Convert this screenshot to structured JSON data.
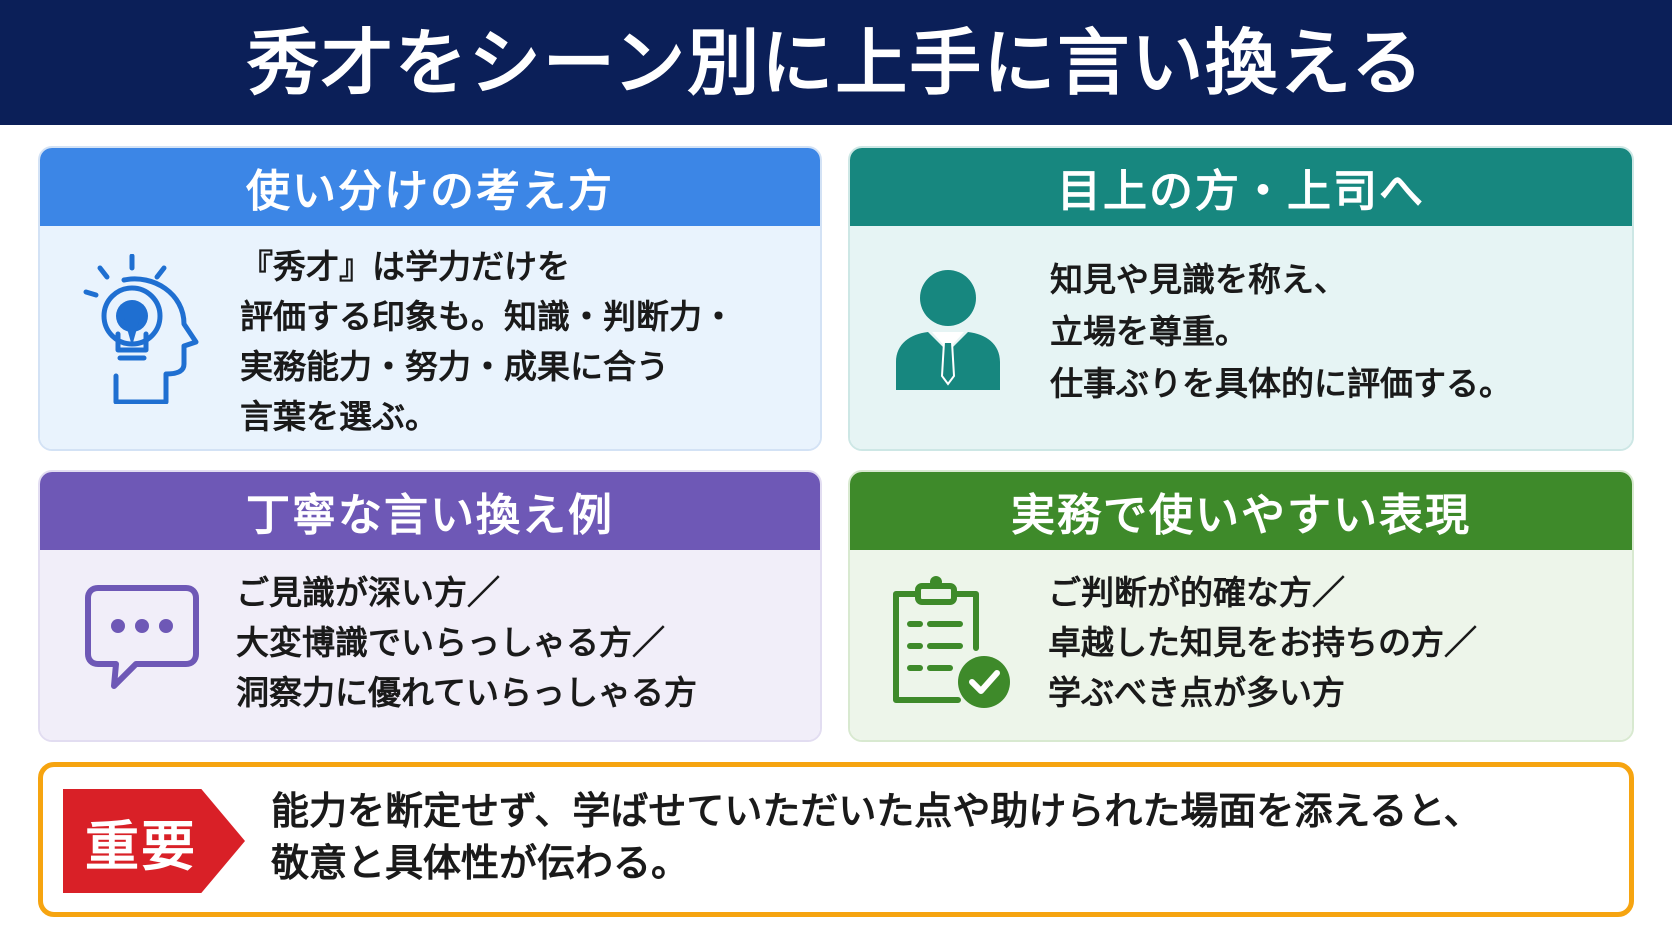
{
  "page": {
    "title": "秀才をシーン別に上手に言い換える",
    "header_bg": "#0b1f58"
  },
  "cards": [
    {
      "heading": "使い分けの考え方",
      "color": "#3c86e6",
      "icon": "lightbulb-head-icon",
      "lines": [
        "『秀才』は学力だけを",
        "評価する印象も。知識・判断力・",
        "実務能力・努力・成果に合う",
        "言葉を選ぶ。"
      ]
    },
    {
      "heading": "目上の方・上司へ",
      "color": "#17877f",
      "icon": "businessperson-icon",
      "lines": [
        "知見や見識を称え、",
        "立場を尊重。",
        "仕事ぶりを具体的に評価する。"
      ]
    },
    {
      "heading": "丁寧な言い換え例",
      "color": "#6e58b6",
      "icon": "speech-bubble-icon",
      "lines": [
        "ご見識が深い方／",
        "大変博識でいらっしゃる方／",
        "洞察力に優れていらっしゃる方"
      ]
    },
    {
      "heading": "実務で使いやすい表現",
      "color": "#3e8a2a",
      "icon": "clipboard-check-icon",
      "lines": [
        "ご判断が的確な方／",
        "卓越した知見をお持ちの方／",
        "学ぶべき点が多い方"
      ]
    }
  ],
  "important": {
    "badge": "重要",
    "badge_color": "#d92027",
    "border_color": "#f6a410",
    "lines": [
      "能力を断定せず、学ばせていただいた点や助けられた場面を添えると、",
      "敬意と具体性が伝わる。"
    ]
  }
}
